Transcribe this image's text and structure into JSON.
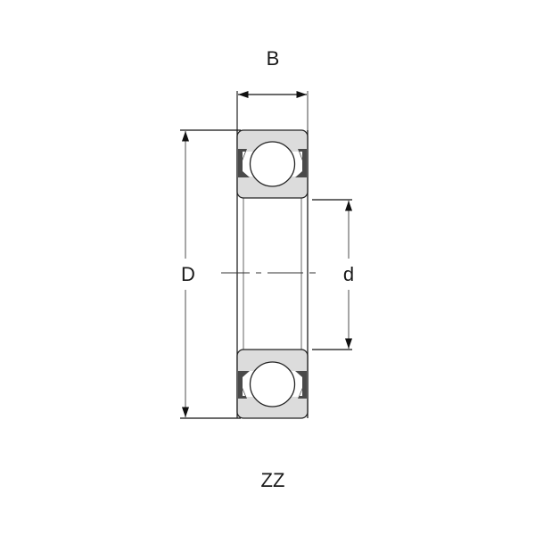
{
  "diagram": {
    "type": "deep groove ball bearing cross-section",
    "labels": {
      "width": "B",
      "outer_diameter": "D",
      "inner_diameter": "d",
      "variant": "ZZ"
    },
    "colors": {
      "ring_fill": "#dcdcdc",
      "outline": "#222222",
      "ball_fill": "#ffffff",
      "cage_fill": "#b5b5b5",
      "background": "#ffffff"
    }
  }
}
